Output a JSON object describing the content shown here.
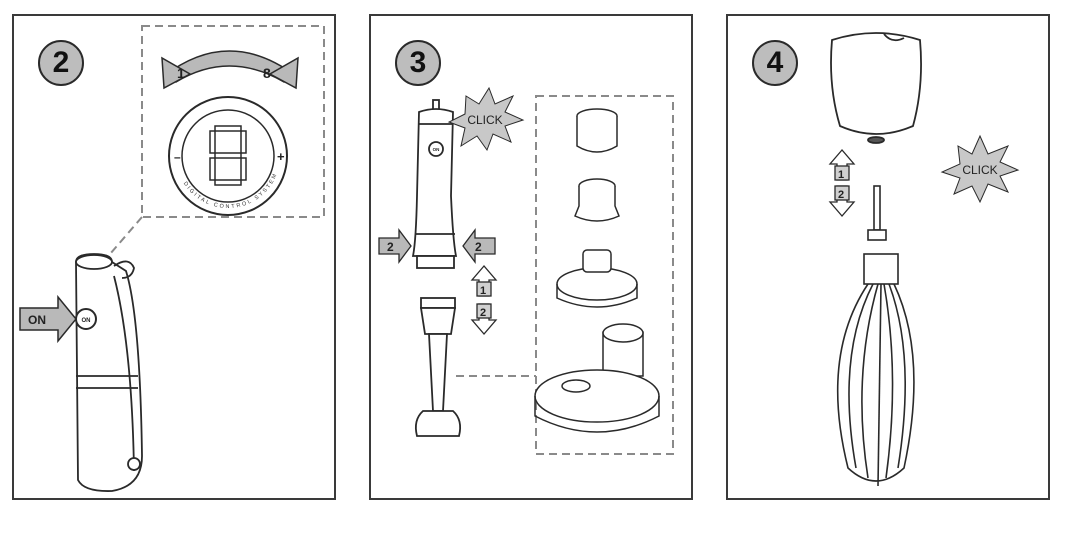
{
  "steps": [
    {
      "number": "2"
    },
    {
      "number": "3"
    },
    {
      "number": "4"
    }
  ],
  "step2": {
    "dial_min": "1",
    "dial_max": "8",
    "dial_minus": "–",
    "dial_plus": "+",
    "dial_ring_text": "DIGITAL CONTROL SYSTEM",
    "button_text": "ON",
    "arrow_label": "ON"
  },
  "step3": {
    "click_label": "CLICK",
    "left_arrow": "2",
    "right_arrow": "2",
    "up_label": "1",
    "down_label": "2",
    "button_text": "ON"
  },
  "step4": {
    "click_label": "CLICK",
    "up_label": "1",
    "down_label": "2"
  },
  "colors": {
    "arrow_fill": "#b9b9b9",
    "outline": "#2a2a2a",
    "dash": "#8a8a8a"
  }
}
